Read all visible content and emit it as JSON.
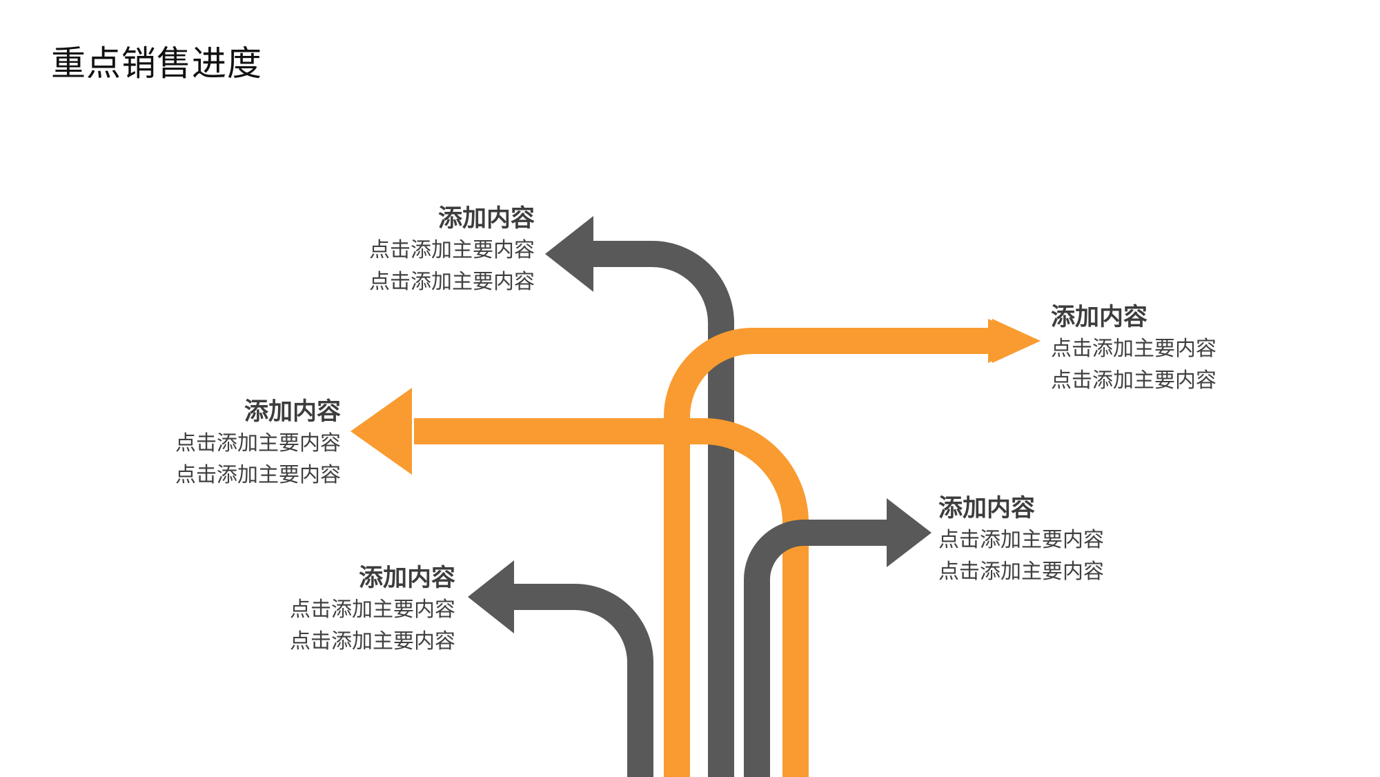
{
  "title": "重点销售进度",
  "colors": {
    "gray": "#595959",
    "orange": "#F99B30"
  },
  "labels": [
    {
      "heading": "添加内容",
      "line1": "点击添加主要内容",
      "line2": "点击添加主要内容",
      "arrow_color": "gray",
      "direction": "left"
    },
    {
      "heading": "添加内容",
      "line1": "点击添加主要内容",
      "line2": "点击添加主要内容",
      "arrow_color": "orange",
      "direction": "right"
    },
    {
      "heading": "添加内容",
      "line1": "点击添加主要内容",
      "line2": "点击添加主要内容",
      "arrow_color": "orange",
      "direction": "left"
    },
    {
      "heading": "添加内容",
      "line1": "点击添加主要内容",
      "line2": "点击添加主要内容",
      "arrow_color": "gray",
      "direction": "right"
    },
    {
      "heading": "添加内容",
      "line1": "点击添加主要内容",
      "line2": "点击添加主要内容",
      "arrow_color": "gray",
      "direction": "left"
    }
  ]
}
